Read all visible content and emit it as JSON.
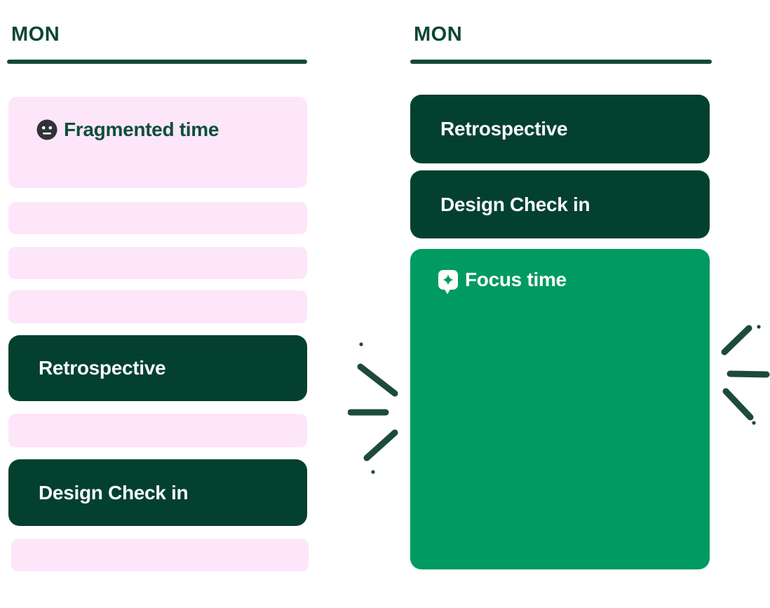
{
  "colors": {
    "background": "#FFFFFF",
    "pink_block": "#FDE6FA",
    "dark_green_block": "#04402F",
    "focus_green": "#009A62",
    "heading_green": "#0D4636",
    "rule_green": "#15473A",
    "dark_title_green": "#0E4F3A",
    "light_text": "#F7FBF9",
    "emphasis_stroke": "#1E4A3C",
    "face_charcoal": "#2F3338"
  },
  "left_calendar": {
    "day_label": "MON",
    "events": [
      {
        "type": "fragmented",
        "title": "Fragmented time",
        "icon": "neutral-face-icon"
      },
      {
        "type": "busy-strip",
        "title": ""
      },
      {
        "type": "busy-strip",
        "title": ""
      },
      {
        "type": "busy-strip",
        "title": ""
      },
      {
        "type": "meeting",
        "title": "Retrospective"
      },
      {
        "type": "busy-strip",
        "title": ""
      },
      {
        "type": "meeting",
        "title": "Design Check in"
      },
      {
        "type": "busy-strip",
        "title": ""
      }
    ]
  },
  "right_calendar": {
    "day_label": "MON",
    "events": [
      {
        "type": "meeting",
        "title": "Retrospective"
      },
      {
        "type": "meeting",
        "title": "Design Check in"
      },
      {
        "type": "focus",
        "title": "Focus time",
        "icon": "reclaim-sparkle-icon"
      }
    ]
  }
}
